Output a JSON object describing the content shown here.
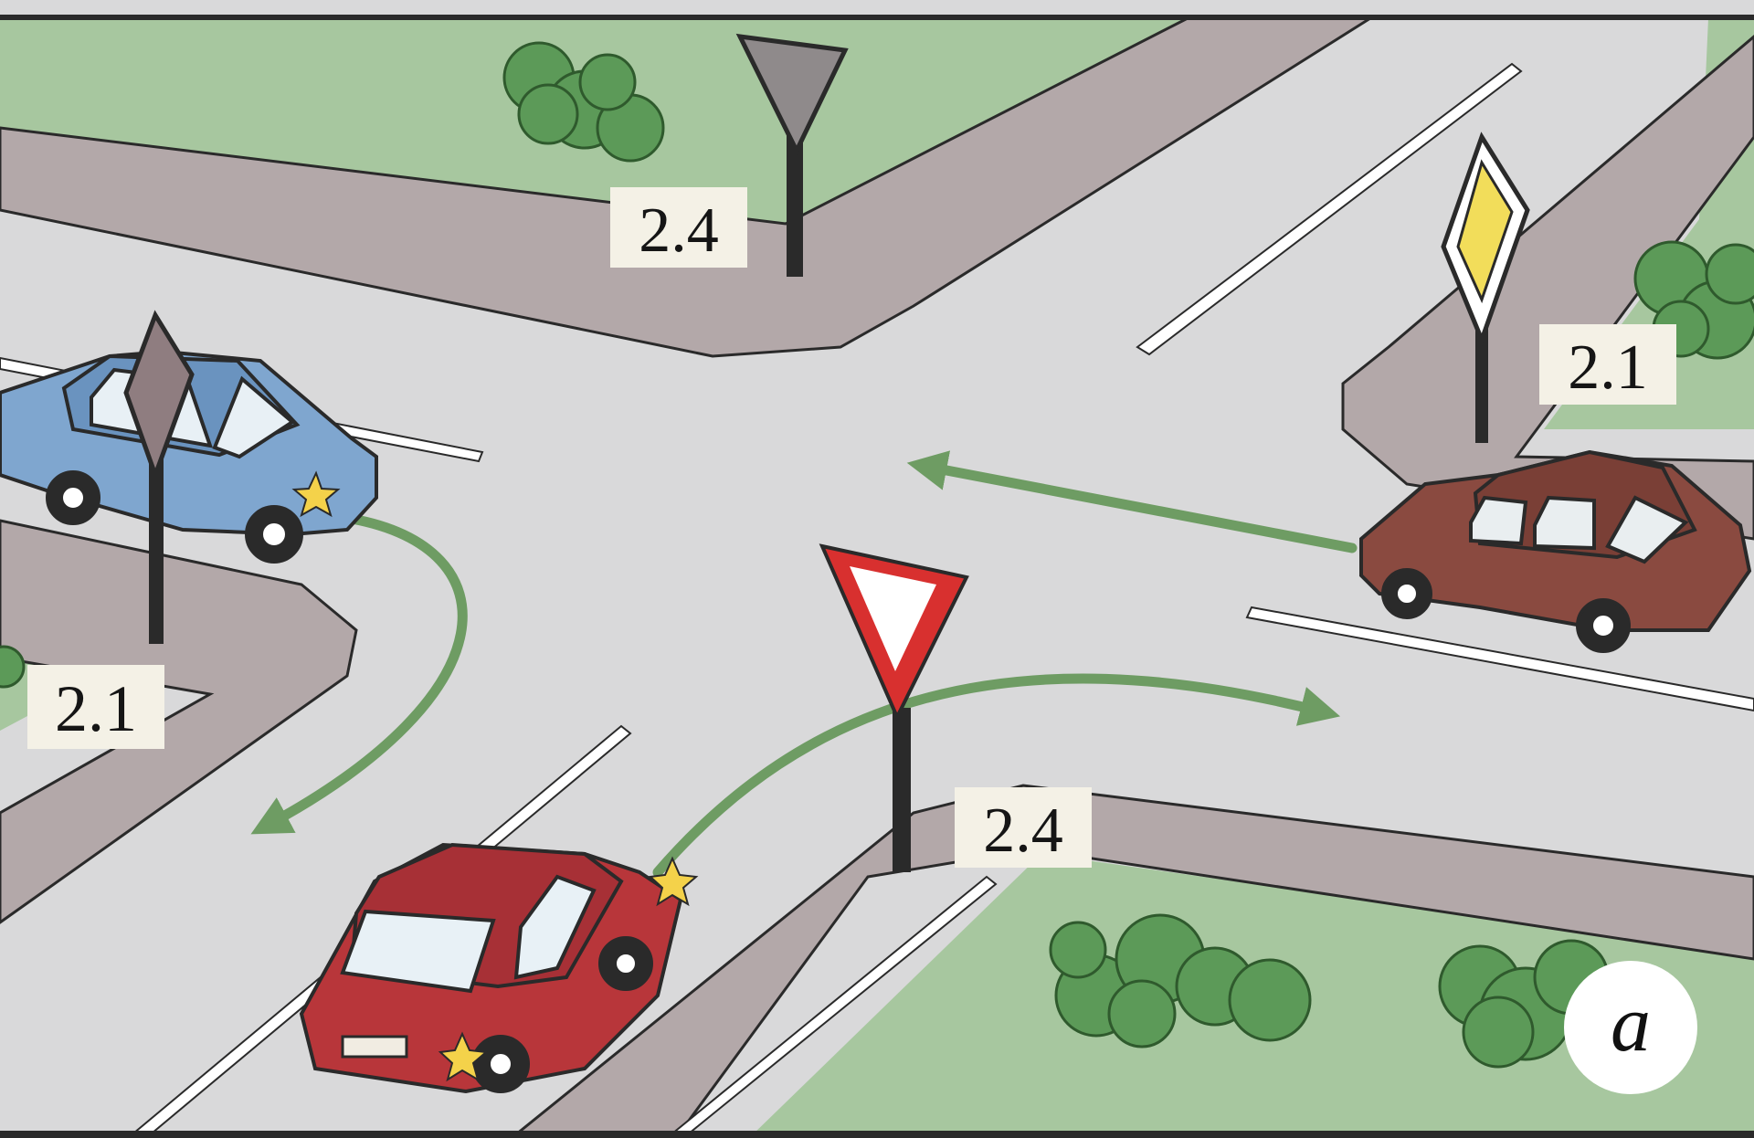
{
  "scene": {
    "colors": {
      "grass": "#a7c79f",
      "sidewalk": "#b3a8a9",
      "road": "#d9d9da",
      "lane_marking": "#ffffff",
      "outline": "#2a2a2a",
      "arrow": "#6e9c63",
      "bush": "#5c9a58",
      "blue_car": "#7fa6cf",
      "brown_car": "#8a4a40",
      "red_car": "#b8363a",
      "priority_sign": "#f2dd5a",
      "yield_border": "#d8302f"
    },
    "signs": [
      {
        "id": "yield-sign-top-center",
        "code": "2.4",
        "icon": "yield-sign-back-icon"
      },
      {
        "id": "priority-road-sign-right",
        "code": "2.1",
        "icon": "priority-road-sign-icon"
      },
      {
        "id": "priority-road-sign-left",
        "code": "2.1",
        "icon": "priority-road-sign-back-icon"
      },
      {
        "id": "yield-sign-bottom-center",
        "code": "2.4",
        "icon": "yield-sign-icon"
      }
    ],
    "vehicles": [
      {
        "id": "blue-car",
        "color": "blue",
        "turn_signal": "right",
        "maneuver": "right-turn"
      },
      {
        "id": "brown-car",
        "color": "brown",
        "maneuver": "straight"
      },
      {
        "id": "red-car",
        "color": "red",
        "turn_signal": "right",
        "maneuver": "right-turn"
      }
    ],
    "badge": "a"
  }
}
